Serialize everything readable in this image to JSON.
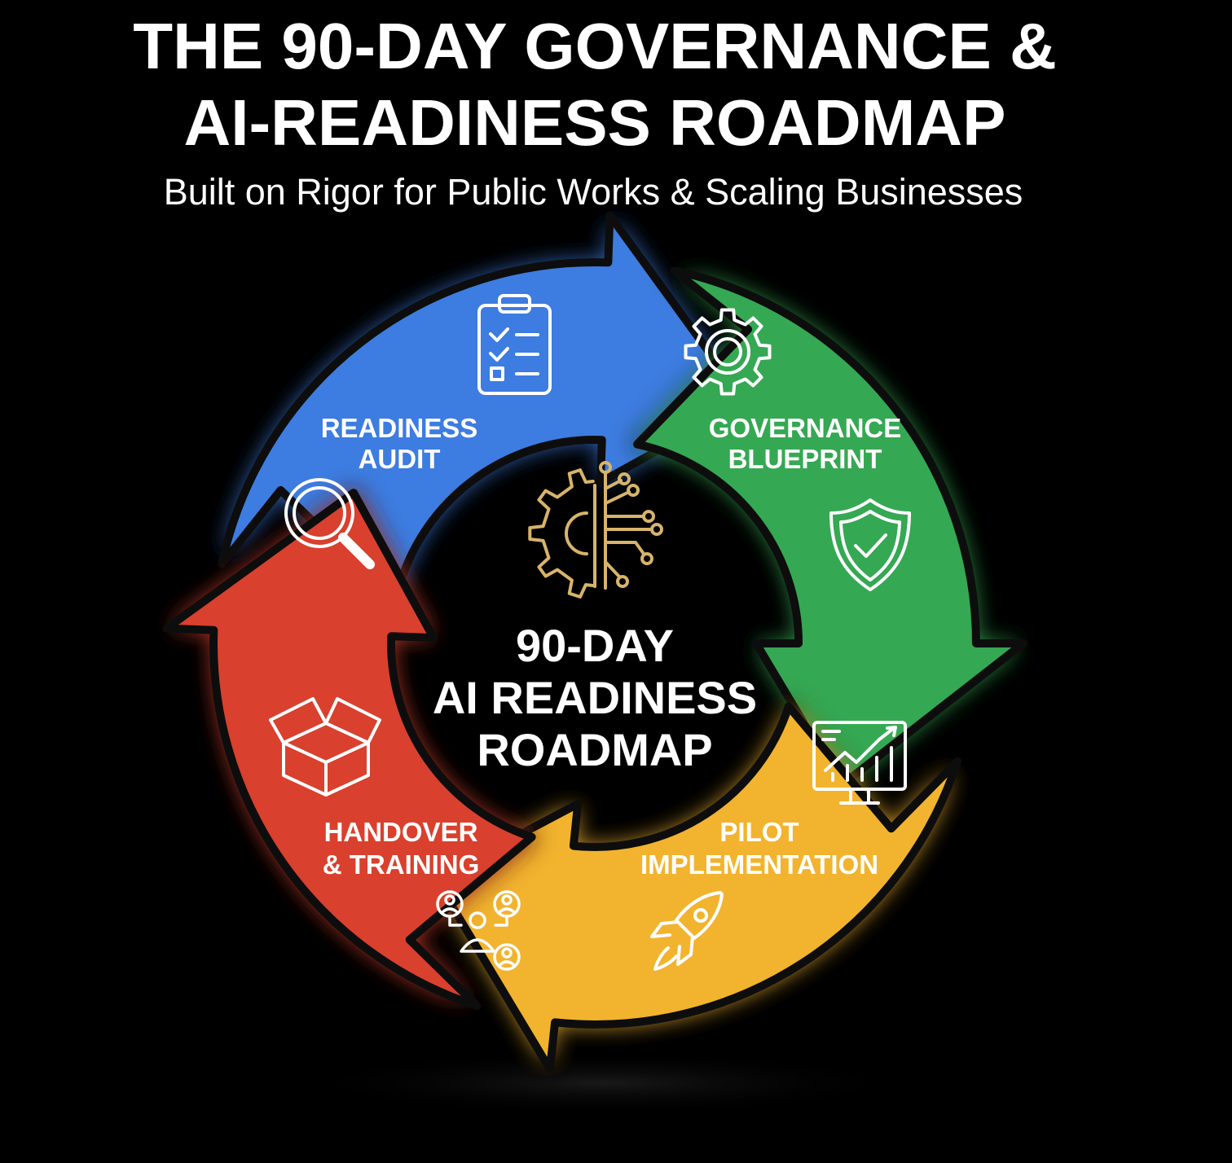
{
  "header": {
    "title_line1": "THE 90-DAY GOVERNANCE &",
    "title_line2": "AI-READINESS ROADMAP",
    "subtitle": "Built on Rigor for Public Works & Scaling Businesses"
  },
  "center": {
    "line1": "90-DAY",
    "line2": "AI READINESS",
    "line3": "ROADMAP",
    "icon": "gear-circuit-icon"
  },
  "phases": [
    {
      "line1": "READINESS",
      "line2": "AUDIT",
      "icons": [
        "clipboard-checklist-icon",
        "magnifying-glass-icon"
      ],
      "color": "#3d7be0"
    },
    {
      "line1": "GOVERNANCE",
      "line2": "BLUEPRINT",
      "icons": [
        "gear-icon",
        "shield-check-icon"
      ],
      "color": "#34a853"
    },
    {
      "line1": "PILOT",
      "line2": "IMPLEMENTATION",
      "icons": [
        "monitor-chart-icon",
        "rocket-icon"
      ],
      "color": "#f2b32e"
    },
    {
      "line1": "HANDOVER",
      "line2": "& TRAINING",
      "icons": [
        "open-box-icon",
        "team-network-icon"
      ],
      "color": "#d9412f"
    }
  ],
  "colors": {
    "background": "#000000",
    "accent_gold": "#d7b46a"
  }
}
